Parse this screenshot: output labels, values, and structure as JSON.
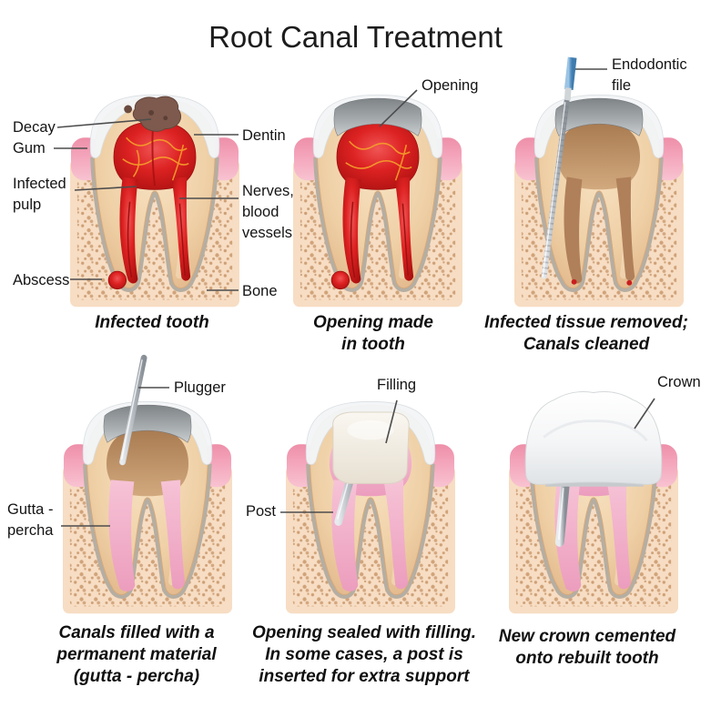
{
  "title": "Root Canal Treatment",
  "panels": {
    "infected_tooth": {
      "caption": "Infected tooth",
      "labels": {
        "decay": "Decay",
        "gum": "Gum",
        "infected_pulp": "Infected\npulp",
        "abscess": "Abscess",
        "dentin": "Dentin",
        "nerves": "Nerves,\nblood\nvessels",
        "bone": "Bone"
      }
    },
    "opening_made": {
      "caption": "Opening made\nin tooth",
      "labels": {
        "opening": "Opening"
      }
    },
    "canals_cleaned": {
      "caption": "Infected tissue removed;\nCanals cleaned",
      "labels": {
        "endodontic_file": "Endodontic\nfile"
      }
    },
    "canals_filled": {
      "caption": "Canals filled with a\npermanent material\n(gutta - percha)",
      "labels": {
        "plugger": "Plugger",
        "gutta_percha": "Gutta -\npercha"
      }
    },
    "sealed": {
      "caption": "Opening sealed with filling.\nIn some cases, a post is\ninserted for extra support",
      "labels": {
        "filling": "Filling",
        "post": "Post"
      }
    },
    "crowned": {
      "caption": "New crown cemented\nonto rebuilt tooth",
      "labels": {
        "crown": "Crown"
      }
    }
  },
  "colors": {
    "pulp_red": "#d32020",
    "nerve_orange": "#f49b2b",
    "gum_pink": "#f4a6bc",
    "bone_beige": "#f7ddc3",
    "bone_speckle": "#c08a5c",
    "dentin_tan": "#efd0a6",
    "enamel_white": "#f3f5f7",
    "decay_brown": "#7d5a4d",
    "opening_gray": "#a8adb0",
    "gutta_percha_pink": "#f0b1ca",
    "metal_gray": "#b9bfc5",
    "file_handle_blue": "#5e97c6",
    "filling_cream": "#f3efe6",
    "crown_white": "#f7f8f9",
    "label_text": "#141414",
    "leader_line": "#4d4d4d"
  }
}
